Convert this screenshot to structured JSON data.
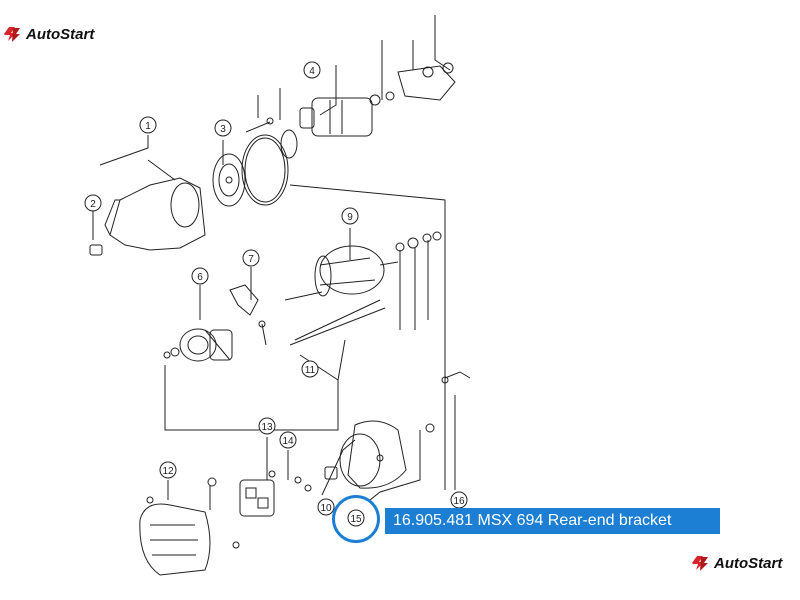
{
  "brand": {
    "name": "AutoStart",
    "accent_color": "#d7262b"
  },
  "callouts": [
    "1",
    "2",
    "3",
    "4",
    "6",
    "7",
    "9",
    "10",
    "11",
    "12",
    "13",
    "14",
    "15",
    "16"
  ],
  "tooltip": {
    "part_number": "16.905.481 MSX 694 Rear-end bracket",
    "color": "#1c7fd3"
  },
  "icons": [
    "autostart-logo-icon"
  ]
}
